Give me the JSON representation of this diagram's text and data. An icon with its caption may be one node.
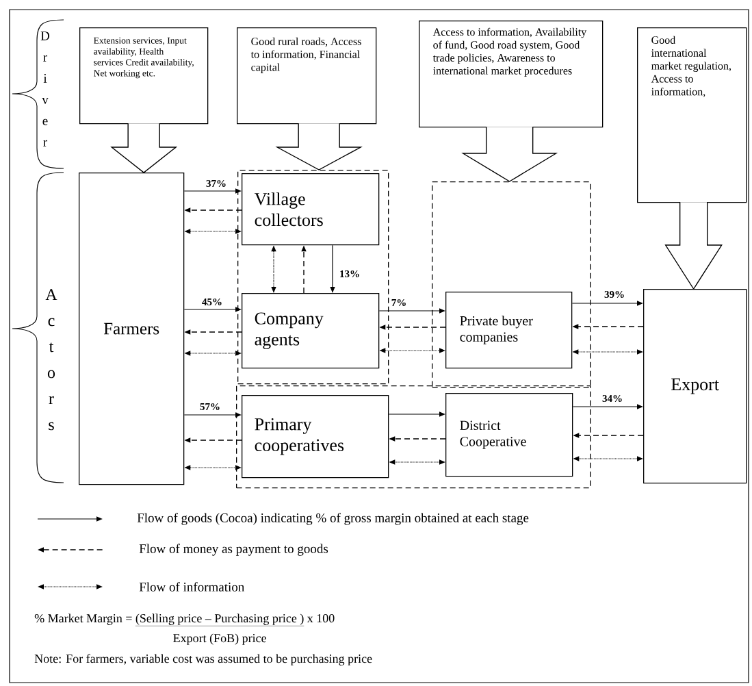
{
  "diagram": {
    "nodes": [
      {
        "text": [
          "Extension services, Input availability, Health services Credit availability, Net working etc."
        ]
      },
      {
        "text": [
          "Good rural roads, Access to information, Financial capital"
        ]
      },
      {
        "text": [
          "Access to information, Availability of fund, Good road system, Good trade policies, Awareness to international market procedures"
        ]
      },
      {
        "text": [
          "Good international market regulation, Access to information,"
        ]
      },
      {
        "text": [
          "Farmers"
        ]
      },
      {
        "text": [],
        "shape": "box"
      },
      {
        "text": [
          "Village collectors"
        ],
        "in": 5
      },
      {
        "text": [
          "Company agents"
        ],
        "in": 5
      },
      {
        "text": [],
        "shape": "box"
      },
      {
        "text": [
          "Private buyer companies"
        ],
        "in": 8
      },
      {
        "text": [],
        "shape": "box"
      },
      {
        "text": [
          "Primary cooperatives"
        ],
        "in": 10
      },
      {
        "text": [
          "District Cooperative"
        ],
        "in": 10
      },
      {
        "text": [
          "Export"
        ]
      }
    ],
    "edges": [
      {
        "from": 0,
        "to": 4,
        "arrow": "to",
        "style": "thick"
      },
      {
        "from": 1,
        "to": 5,
        "arrow": "to",
        "style": "thick"
      },
      {
        "from": 2,
        "to": 8,
        "arrow": "to",
        "style": "thick"
      },
      {
        "from": 3,
        "to": 13,
        "arrow": "to",
        "style": "thick"
      },
      {
        "from": 4,
        "to": 6,
        "arrow": "to",
        "label": "37%"
      },
      {
        "from": 6,
        "to": 4,
        "arrow": "to",
        "style": "dashed"
      },
      {
        "from": 4,
        "to": 6,
        "arrow": "both",
        "style": "dashed"
      },
      {
        "from": 4,
        "to": 7,
        "arrow": "to",
        "label": "45%"
      },
      {
        "from": 7,
        "to": 4,
        "arrow": "to",
        "style": "dashed"
      },
      {
        "from": 4,
        "to": 7,
        "arrow": "both",
        "style": "dashed"
      },
      {
        "from": 4,
        "to": 11,
        "arrow": "to",
        "label": "57%"
      },
      {
        "from": 11,
        "to": 4,
        "arrow": "to",
        "style": "dashed"
      },
      {
        "from": 4,
        "to": 11,
        "arrow": "both",
        "style": "dashed"
      },
      {
        "from": 6,
        "to": 7,
        "arrow": "both",
        "style": "dashed"
      },
      {
        "from": 7,
        "to": 6,
        "arrow": "to",
        "style": "dashed"
      },
      {
        "from": 6,
        "to": 7,
        "arrow": "to",
        "label": "13%"
      },
      {
        "from": 7,
        "to": 9,
        "arrow": "to",
        "label": "7%"
      },
      {
        "from": 9,
        "to": 7,
        "arrow": "to",
        "style": "dashed"
      },
      {
        "from": 7,
        "to": 9,
        "arrow": "both",
        "style": "dashed"
      },
      {
        "from": 9,
        "to": 13,
        "arrow": "to",
        "label": "39%"
      },
      {
        "from": 13,
        "to": 9,
        "arrow": "to",
        "style": "dashed"
      },
      {
        "from": 9,
        "to": 13,
        "arrow": "both",
        "style": "dashed"
      },
      {
        "from": 11,
        "to": 12,
        "arrow": "to"
      },
      {
        "from": 12,
        "to": 11,
        "arrow": "to",
        "style": "dashed"
      },
      {
        "from": 11,
        "to": 12,
        "arrow": "both",
        "style": "dashed"
      },
      {
        "from": 12,
        "to": 13,
        "arrow": "to",
        "label": "34%"
      },
      {
        "from": 13,
        "to": 12,
        "arrow": "to",
        "style": "dashed"
      },
      {
        "from": 12,
        "to": 13,
        "arrow": "both",
        "style": "dashed"
      }
    ],
    "labels": [
      "Driver",
      "Actors",
      "% Market Margin =",
      "(Selling price – Purchasing price )",
      "x 100",
      "Export (FoB) price",
      "Note: For farmers, variable cost was assumed to be purchasing price"
    ],
    "legend": [
      {
        "text": "Flow of goods (Cocoa) indicating % of gross margin obtained at each stage"
      },
      {
        "text": "Flow of money as payment to goods"
      },
      {
        "text": "Flow of information"
      }
    ]
  }
}
